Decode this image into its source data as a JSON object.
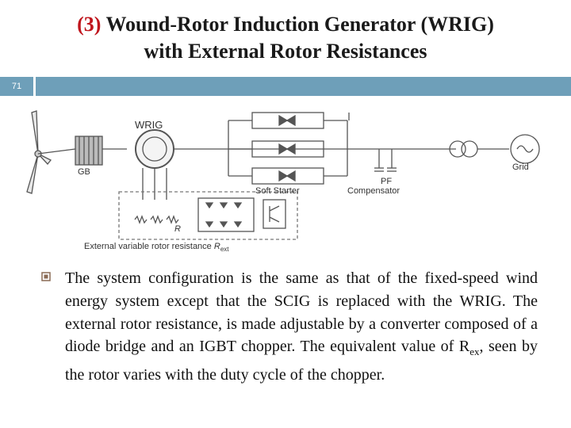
{
  "slide": {
    "title_number": "(3)",
    "title_line1": "Wound-Rotor Induction Generator (WRIG)",
    "title_line2": "with External Rotor Resistances",
    "page_number": "71"
  },
  "diagram": {
    "labels": {
      "wrig": "WRIG",
      "gb": "GB",
      "soft_starter": "Soft Starter",
      "pf": "PF",
      "compensator": "Compensator",
      "grid": "Grid",
      "r": "R",
      "ext_resistance": "External variable rotor resistance",
      "r_symbol": "R",
      "r_sub": "ext"
    }
  },
  "body": {
    "part1": "The system configuration is the same as that of the fixed-speed wind energy system except that the SCIG is replaced with the WRIG. The external rotor resistance, is made adjustable by a converter composed of a diode bridge and an IGBT chopper. The equivalent value of R",
    "sub": "ex",
    "part2": ", seen by the rotor varies with the duty cycle of the chopper."
  },
  "colors": {
    "accent_bar": "#6e9fb9",
    "title_number": "#c0161d"
  }
}
